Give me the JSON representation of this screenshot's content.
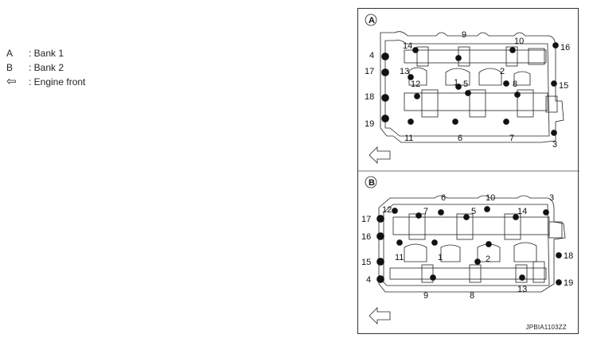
{
  "legend": [
    {
      "key": "A",
      "text": ": Bank 1"
    },
    {
      "key": "B",
      "text": ": Bank 2"
    },
    {
      "key": "⇦",
      "text": ": Engine front"
    }
  ],
  "panels": {
    "a": {
      "label": "A",
      "callouts": [
        "1",
        "2",
        "3",
        "4",
        "5",
        "6",
        "7",
        "8",
        "9",
        "10",
        "11",
        "12",
        "13",
        "14",
        "15",
        "16",
        "17",
        "18",
        "19"
      ]
    },
    "b": {
      "label": "B",
      "callouts": [
        "1",
        "2",
        "3",
        "4",
        "5",
        "6",
        "7",
        "8",
        "9",
        "10",
        "11",
        "12",
        "13",
        "14",
        "15",
        "16",
        "17",
        "18",
        "19"
      ]
    }
  },
  "figure_code": "JPBIA1103ZZ",
  "colors": {
    "line": "#222222",
    "bolt": "#111111"
  }
}
